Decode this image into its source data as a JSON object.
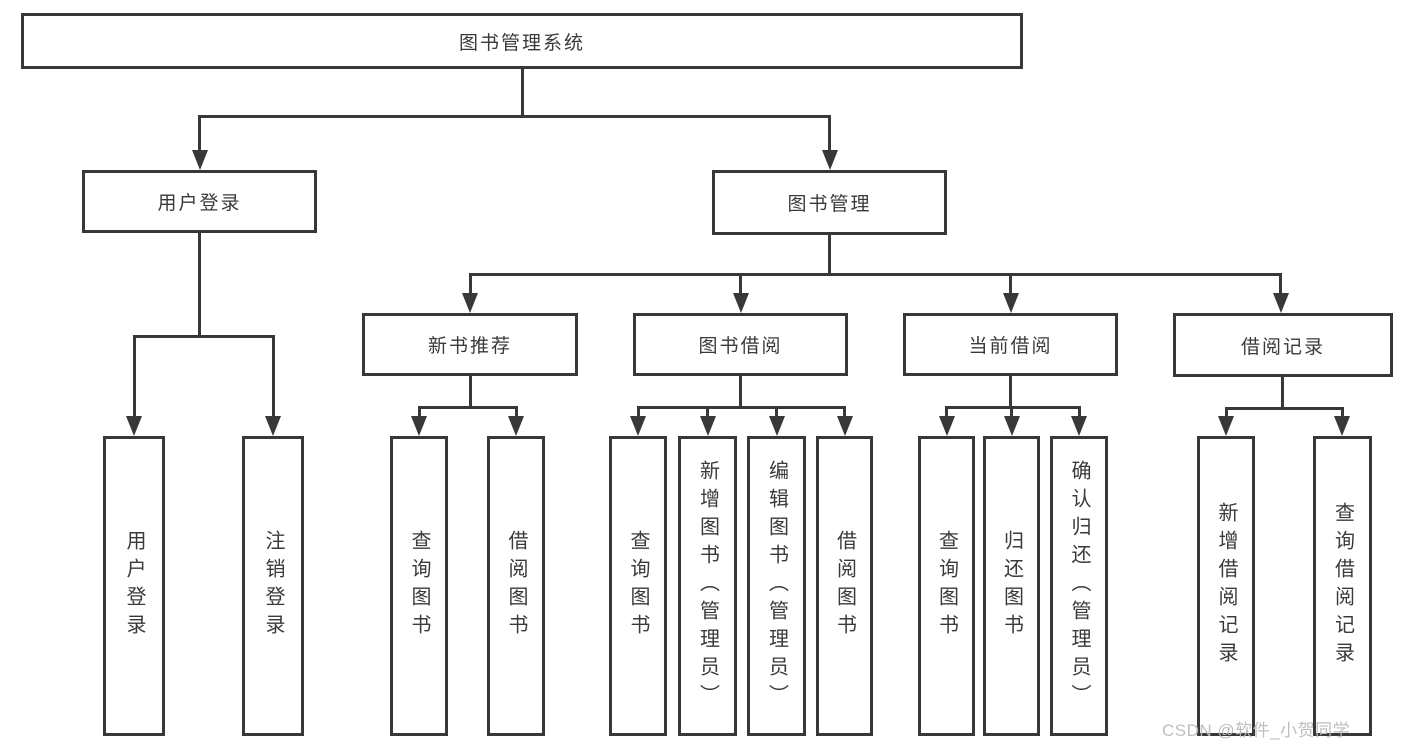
{
  "diagram": {
    "root": {
      "label": "图书管理系统"
    },
    "branches": [
      {
        "label": "用户登录",
        "children": [
          "用户登录",
          "注销登录"
        ]
      },
      {
        "label": "图书管理",
        "sections": [
          {
            "label": "新书推荐",
            "children": [
              "查询图书",
              "借阅图书"
            ]
          },
          {
            "label": "图书借阅",
            "children": [
              "查询图书",
              "新增图书（管理员）",
              "编辑图书（管理员）",
              "借阅图书"
            ]
          },
          {
            "label": "当前借阅",
            "children": [
              "查询图书",
              "归还图书",
              "确认归还（管理员）"
            ]
          },
          {
            "label": "借阅记录",
            "children": [
              "新增借阅记录",
              "查询借阅记录"
            ]
          }
        ]
      }
    ]
  },
  "watermark": {
    "text": "CSDN @软件_小贺同学"
  },
  "colors": {
    "line": "#383838",
    "text": "#3a3a3a",
    "watermark": "#bababa",
    "background": "#ffffff"
  }
}
